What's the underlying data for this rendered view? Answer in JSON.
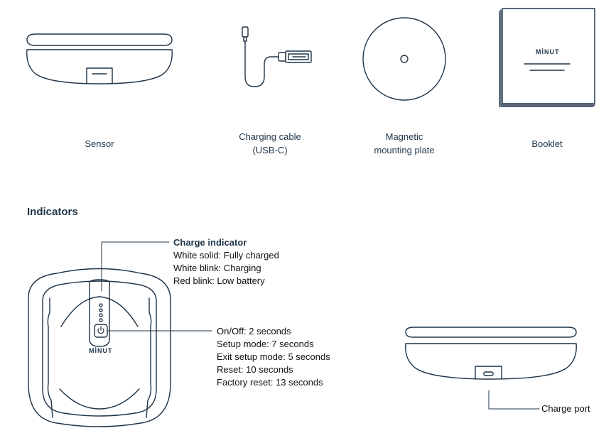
{
  "products": [
    {
      "label": "Sensor"
    },
    {
      "label": "Charging cable\n(USB-C)",
      "lines": [
        "Charging cable",
        "(USB-C)"
      ]
    },
    {
      "label": "Magnetic\nmounting plate",
      "lines": [
        "Magnetic",
        "mounting plate"
      ]
    },
    {
      "label": "Booklet"
    }
  ],
  "booklet_logo": "MİNUT",
  "sensor_logo": "MİNUT",
  "indicators": {
    "title": "Indicators",
    "charge": {
      "title": "Charge indicator",
      "lines": [
        "White solid: Fully charged",
        "White blink: Charging",
        "Red blink: Low battery"
      ]
    },
    "button": {
      "lines": [
        "On/Off: 2 seconds",
        "Setup mode: 7 seconds",
        "Exit setup mode: 5 seconds",
        "Reset: 10 seconds",
        "Factory reset: 13 seconds"
      ]
    },
    "charge_port": "Charge port"
  },
  "colors": {
    "stroke": "#1f3447",
    "text": "#111111"
  }
}
